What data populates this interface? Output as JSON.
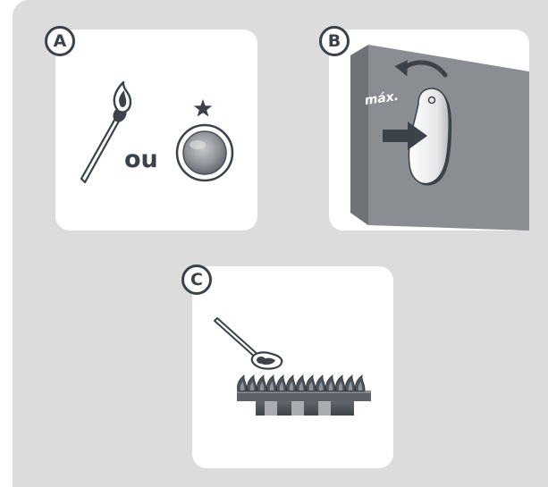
{
  "panels": [
    {
      "id": "A",
      "label": "A",
      "or_text": "ou",
      "star_symbol": "★"
    },
    {
      "id": "B",
      "label": "B",
      "max_text": "máx."
    },
    {
      "id": "C",
      "label": "C"
    }
  ],
  "colors": {
    "background": "#dcdcdc",
    "panel": "#ffffff",
    "ink": "#3c4249",
    "wall": "#8a8d92",
    "knob_light": "#e9eaeb"
  },
  "icons": [
    "match-icon",
    "igniter-button-icon",
    "star-icon",
    "gas-knob-icon",
    "rotate-arrow-icon",
    "push-arrow-icon",
    "burner-icon"
  ]
}
